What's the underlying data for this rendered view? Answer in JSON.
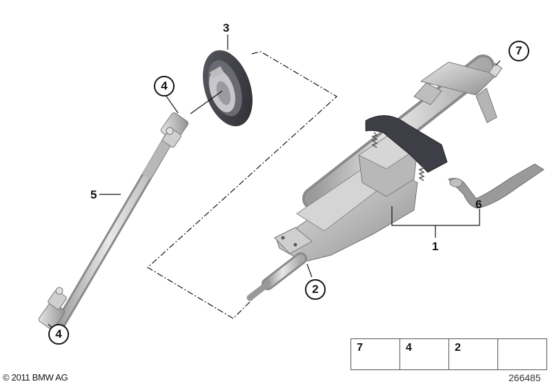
{
  "diagram": {
    "title": "Steering column exploded parts diagram",
    "diagram_number": "266485",
    "copyright": "© 2011 BMW AG",
    "callouts": [
      {
        "id": "c1",
        "label": "1",
        "style": "plain",
        "part": "Steering column assembly"
      },
      {
        "id": "c2",
        "label": "2",
        "style": "circled",
        "part": "Nut"
      },
      {
        "id": "c3",
        "label": "3",
        "style": "plain",
        "part": "Rubber boot / gaiter"
      },
      {
        "id": "c4a",
        "label": "4",
        "style": "circled",
        "part": "Bolt (upper universal joint)"
      },
      {
        "id": "c4b",
        "label": "4",
        "style": "circled",
        "part": "Bolt (lower universal joint)"
      },
      {
        "id": "c5",
        "label": "5",
        "style": "plain",
        "part": "Steering shaft with universal joints"
      },
      {
        "id": "c6",
        "label": "6",
        "style": "plain",
        "part": "Adjustment lever"
      },
      {
        "id": "c7",
        "label": "7",
        "style": "circled",
        "part": "Screw"
      }
    ],
    "legend": [
      {
        "label": "7",
        "icon": "flange-bolt-icon"
      },
      {
        "label": "4",
        "icon": "long-bolt-icon"
      },
      {
        "label": "2",
        "icon": "flange-nut-icon"
      },
      {
        "label": "",
        "icon": "direction-arrow-icon"
      }
    ],
    "colors": {
      "metal": "#c4c4c4",
      "metal_dark": "#8a8a8a",
      "rubber": "#3c3c44",
      "line": "#111111"
    }
  }
}
